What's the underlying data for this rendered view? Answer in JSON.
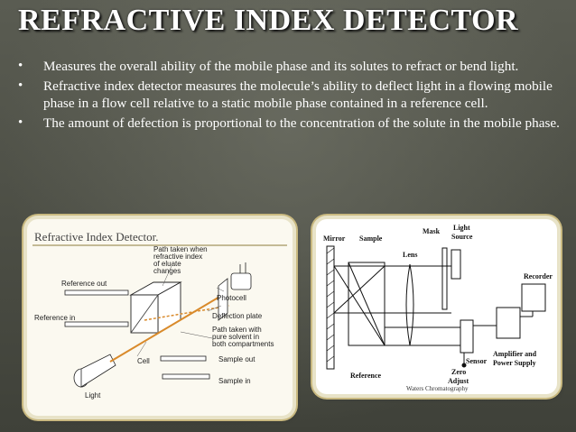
{
  "slide": {
    "title": "REFRACTIVE INDEX DETECTOR",
    "bullets": [
      "Measures the overall ability of the mobile phase and its solutes to refract or bend light.",
      "Refractive index detector measures the molecule’s ability to deflect light in a flowing mobile phase in a flow cell relative to a static mobile phase contained in a reference cell.",
      "The amount of defection is proportional to the concentration of the solute in the mobile phase."
    ],
    "bullet_symbol": "•"
  },
  "left_diagram": {
    "heading": "Refractive Index Detector.",
    "labels": {
      "reference_out": "Reference out",
      "reference_in": "Reference in",
      "path_eluate_1": "Path taken when",
      "path_eluate_2": "refractive index",
      "path_eluate_3": "of eluate",
      "path_eluate_4": "changes",
      "photocell": "Photocell",
      "deflection_plate": "Deflection plate",
      "path_pure_1": "Path taken with",
      "path_pure_2": "pure solvent in",
      "path_pure_3": "both compartments",
      "cell": "Cell",
      "light": "Light",
      "sample_out": "Sample out",
      "sample_in": "Sample in"
    }
  },
  "right_diagram": {
    "labels": {
      "mirror": "Mirror",
      "sample": "Sample",
      "mask": "Mask",
      "light_source_1": "Light",
      "light_source_2": "Source",
      "lens": "Lens",
      "recorder": "Recorder",
      "sensor": "Sensor",
      "amplifier_1": "Amplifier and",
      "amplifier_2": "Power Supply",
      "reference": "Reference",
      "zero_adjust_1": "Zero",
      "zero_adjust_2": "Adjust",
      "credit": "Waters Chromatography"
    }
  },
  "colors": {
    "background": "#4f5148",
    "title_text": "#ffffff",
    "card_border": "#e8e3c8",
    "beam_orange": "#d98a2b"
  }
}
